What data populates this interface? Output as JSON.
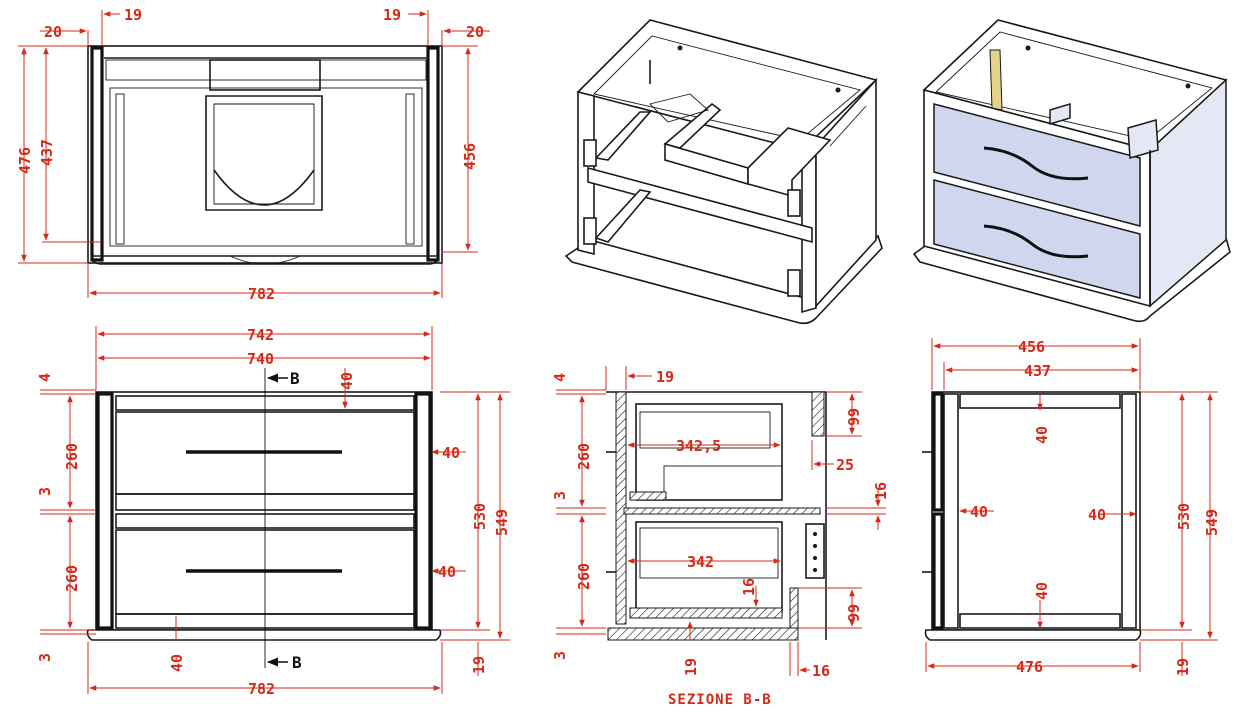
{
  "colors": {
    "dimension": "#d42a1a",
    "object": "#1a1a1a",
    "drawer_tint": "#cfd6ee",
    "background": "#ffffff"
  },
  "top_view": {
    "side_offset_left": "20",
    "panel_left": "19",
    "panel_right": "19",
    "side_offset_right": "20",
    "overall_depth": "476",
    "inner_depth": "437",
    "side_depth": "456",
    "overall_width": "782"
  },
  "front_view": {
    "width_top": "742",
    "width_inner": "740",
    "top_gap": "4",
    "drawer_upper": "260",
    "middle_gap": "3",
    "drawer_lower": "260",
    "bottom_gap": "3",
    "side_panel_upper": "40",
    "side_panel_lower": "40",
    "base_strip": "40",
    "body_height": "530",
    "overall_height": "549",
    "plinth": "19",
    "overall_width": "782",
    "section_mark_top": "B",
    "section_mark_bottom": "B"
  },
  "section_view": {
    "caption": "SEZIONE B-B",
    "top_gap": "4",
    "panel": "19",
    "drawer_upper": "260",
    "middle_gap": "3",
    "drawer_lower": "260",
    "bottom_gap": "3",
    "inner_upper": "342,5",
    "inner_lower": "342",
    "recess_top": "99",
    "recess_bottom": "99",
    "back_offset": "25",
    "shelf": "16",
    "bottom_panel": "16",
    "base": "19",
    "drawer_bottom": "16"
  },
  "side_view": {
    "width_overall": "456",
    "width_inner": "437",
    "top_rail": "40",
    "front_panel": "40",
    "back_panel": "40",
    "bottom_rail": "40",
    "body_height": "530",
    "overall_height": "549",
    "plinth": "19",
    "base_width": "476"
  }
}
